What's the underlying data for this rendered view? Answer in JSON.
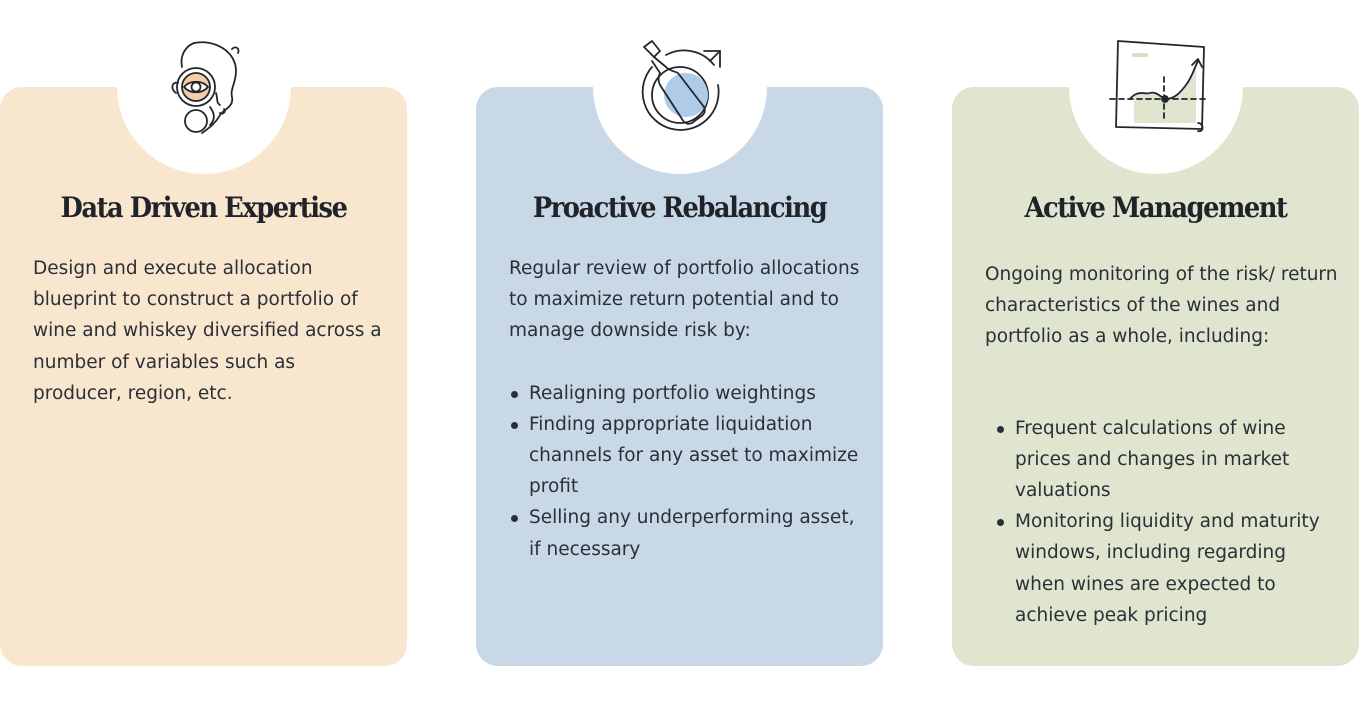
{
  "cards": [
    {
      "title": "Data Driven Expertise",
      "icon": "magnifier-face-icon",
      "background": "#f9e6cf",
      "description": "Design and execute allocation blueprint to construct a portfolio of wine and whiskey diversified across a number of variables such as producer, region, etc.",
      "bullets": []
    },
    {
      "title": "Proactive Rebalancing",
      "icon": "bottle-cycle-icon",
      "background": "#c9d8e7",
      "description": "Regular review of portfolio allocations to maximize return potential and to manage downside risk by:",
      "bullets": [
        "Realigning portfolio weightings",
        "Finding appropriate liquidation channels for any asset to maximize profit",
        "Selling any underperforming asset, if necessary"
      ]
    },
    {
      "title": "Active Management",
      "icon": "chart-monitor-icon",
      "background": "#dfe5cf",
      "description": "Ongoing monitoring of the risk/ return characteristics of the wines and portfolio as a whole, including:",
      "bullets": [
        "Frequent calculations of wine prices and changes in market valuations",
        "Monitoring liquidity and maturity windows, including regarding when wines are expected to achieve peak pricing"
      ]
    }
  ]
}
